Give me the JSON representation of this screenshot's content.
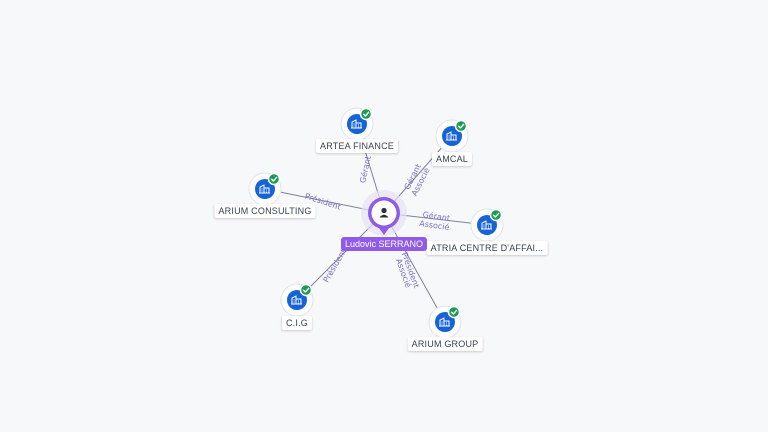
{
  "center": {
    "name": "Ludovic SERRANO",
    "icon": "person-icon",
    "accent": "#8f5be8"
  },
  "colors": {
    "company": "#1663d8",
    "verified": "#1a9b52",
    "edge_label": "#7a6fd0"
  },
  "companies": [
    {
      "id": "artea",
      "name": "ARTEA FINANCE",
      "icon": "building-icon",
      "verified": true,
      "relation": [
        "Gérant"
      ]
    },
    {
      "id": "amcal",
      "name": "AMCAL",
      "icon": "building-icon",
      "verified": true,
      "relation": [
        "Gérant",
        "Associé"
      ]
    },
    {
      "id": "arium_consulting",
      "name": "ARIUM CONSULTING",
      "icon": "building-icon",
      "verified": true,
      "relation": [
        "Président"
      ]
    },
    {
      "id": "atria",
      "name": "ATRIA CENTRE D'AFFAI...",
      "icon": "building-icon",
      "verified": true,
      "relation": [
        "Gérant",
        "Associé"
      ]
    },
    {
      "id": "cig",
      "name": "C.I.G",
      "icon": "building-icon",
      "verified": true,
      "relation": [
        "Président"
      ]
    },
    {
      "id": "arium_group",
      "name": "ARIUM GROUP",
      "icon": "building-icon",
      "verified": true,
      "relation": [
        "Président",
        "Associé"
      ]
    }
  ]
}
